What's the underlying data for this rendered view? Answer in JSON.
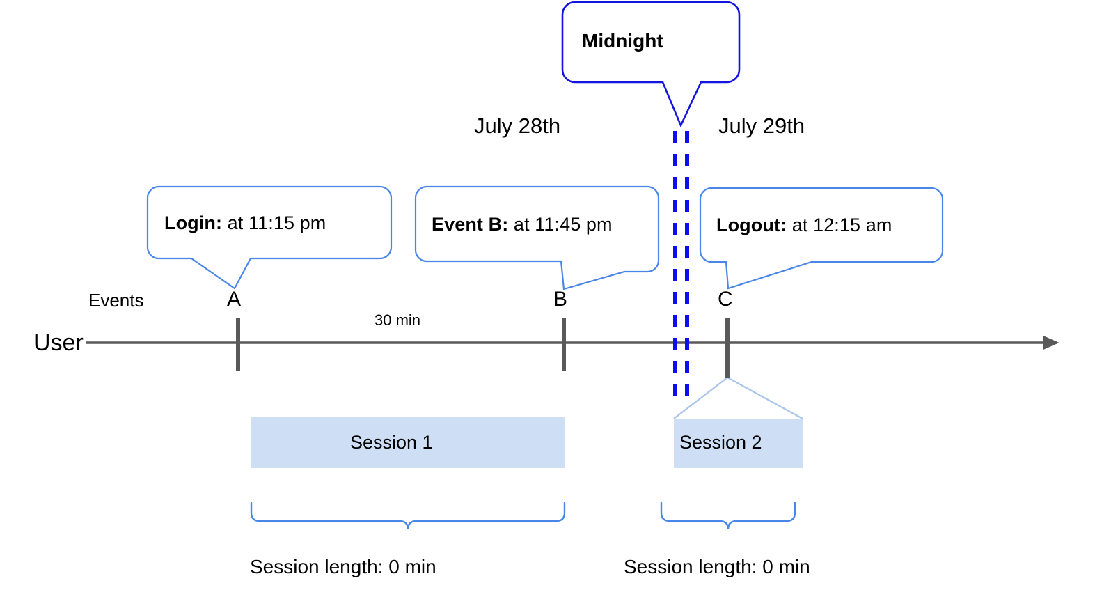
{
  "diagram": {
    "title_callout": {
      "label": "Midnight"
    },
    "dates": [
      {
        "label": "July 28th"
      },
      {
        "label": "July 29th"
      }
    ],
    "event_callouts": [
      {
        "name": "Login:",
        "detail": " at 11:15 pm"
      },
      {
        "name": "Event B:",
        "detail": " at 11:45 pm"
      },
      {
        "name": "Logout:",
        "detail": " at 12:15 am"
      }
    ],
    "axis": {
      "row_label": "User",
      "events_label": "Events",
      "point_labels": [
        "A",
        "B",
        "C"
      ],
      "duration_label": "30 min"
    },
    "sessions": [
      {
        "label": "Session 1",
        "length_label": "Session length: 0 min"
      },
      {
        "label": "Session 2",
        "length_label": "Session length: 0 min"
      }
    ],
    "colors": {
      "midnight_border": "#1414e0",
      "midnight_dashed_line": "#0d0df0",
      "callout_border": "#4a86e8",
      "session_fill": "#cedef5",
      "session_stroke": "#a8c4ec",
      "brace": "#4a86e8",
      "axis": "#595959",
      "tick": "#595959",
      "text": "#000000"
    }
  }
}
